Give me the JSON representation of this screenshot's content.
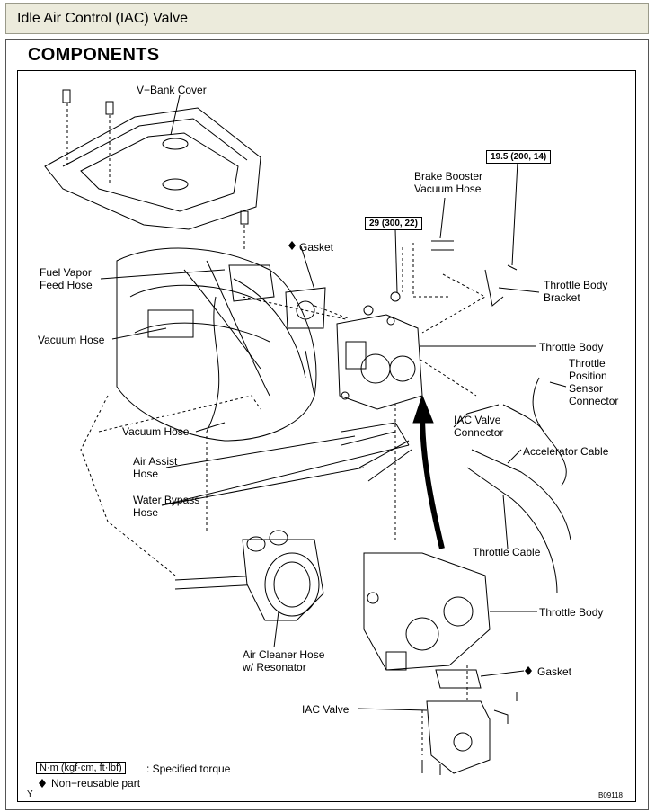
{
  "window": {
    "title": "Idle Air Control (IAC) Valve"
  },
  "diagram": {
    "heading": "COMPONENTS",
    "labels": {
      "v_bank_cover": "V−Bank Cover",
      "gasket_top": "Gasket",
      "fuel_vapor_feed_hose": "Fuel Vapor\nFeed Hose",
      "vacuum_hose_1": "Vacuum Hose",
      "vacuum_hose_2": "Vacuum Hose",
      "air_assist_hose": "Air Assist\nHose",
      "water_bypass_hose": "Water Bypass\nHose",
      "brake_booster_vacuum_hose": "Brake Booster\nVacuum Hose",
      "throttle_body_bracket": "Throttle Body\nBracket",
      "throttle_body_1": "Throttle Body",
      "throttle_position_sensor_connector": "Throttle\nPosition\nSensor\nConnector",
      "iac_valve_connector": "IAC Valve\nConnector",
      "accelerator_cable": "Accelerator Cable",
      "throttle_cable": "Throttle Cable",
      "throttle_body_2": "Throttle Body",
      "air_cleaner_hose": "Air Cleaner Hose\nw/ Resonator",
      "gasket_bottom": "Gasket",
      "iac_valve": "IAC Valve"
    },
    "torque_specs": {
      "spec_1": "19.5 (200, 14)",
      "spec_2": "29 (300, 22)"
    },
    "legend": {
      "unit_box": "N·m (kgf·cm, ft·lbf)",
      "unit_text": ": Specified torque",
      "nonreusable": "Non−reusable part"
    },
    "corner_code": "B09118",
    "corner_mark": "Y",
    "colors": {
      "title_bar": "#ecebdc",
      "line": "#000000"
    }
  }
}
